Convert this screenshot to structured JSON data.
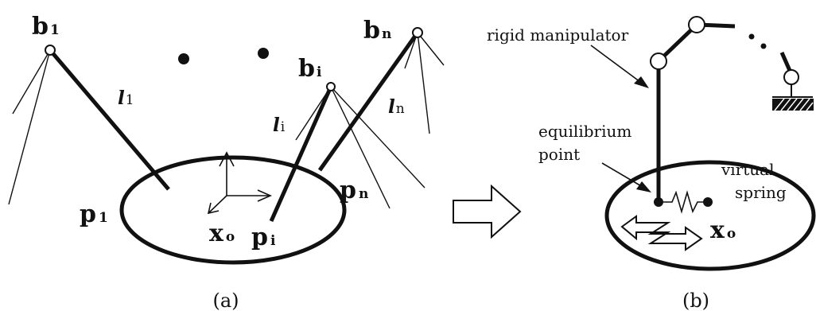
{
  "labels": {
    "b1": "b",
    "b1_sub": "1",
    "bn": "b",
    "bn_sub": "n",
    "bi": "b",
    "bi_sub": "i",
    "l1": "l",
    "l1_sub": "1",
    "li": "l",
    "li_sub": "i",
    "ln": "l",
    "ln_sub": "n",
    "p1": "p",
    "p1_sub": "1",
    "pn": "p",
    "pn_sub": "n",
    "pi": "p",
    "pi_sub": "i",
    "xo_a": "x",
    "xo_a_sub": "o",
    "xo_b": "x",
    "xo_b_sub": "o",
    "rigid_manipulator": "rigid manipulator",
    "equilibrium_1": "equilibrium",
    "equilibrium_2": "point",
    "virtual_1": "virtual",
    "virtual_2": "spring",
    "caption_a": "(a)",
    "caption_b": "(b)"
  }
}
